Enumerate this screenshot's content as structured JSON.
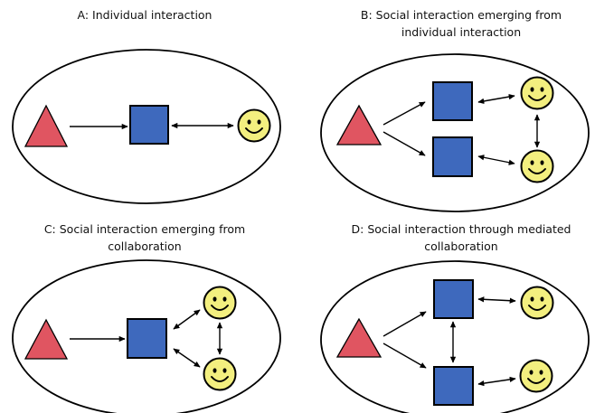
{
  "colors": {
    "triangle": "#e05561",
    "square": "#3e69bd",
    "face": "#f3ef7f",
    "stroke": "#000000"
  },
  "panels": [
    {
      "id": "A",
      "title_lines": [
        "A: Individual interaction"
      ]
    },
    {
      "id": "B",
      "title_lines": [
        "B: Social interaction emerging from",
        "individual interaction"
      ]
    },
    {
      "id": "C",
      "title_lines": [
        "C: Social interaction emerging from",
        "collaboration"
      ]
    },
    {
      "id": "D",
      "title_lines": [
        "D: Social interaction through mediated",
        "collaboration"
      ]
    }
  ]
}
